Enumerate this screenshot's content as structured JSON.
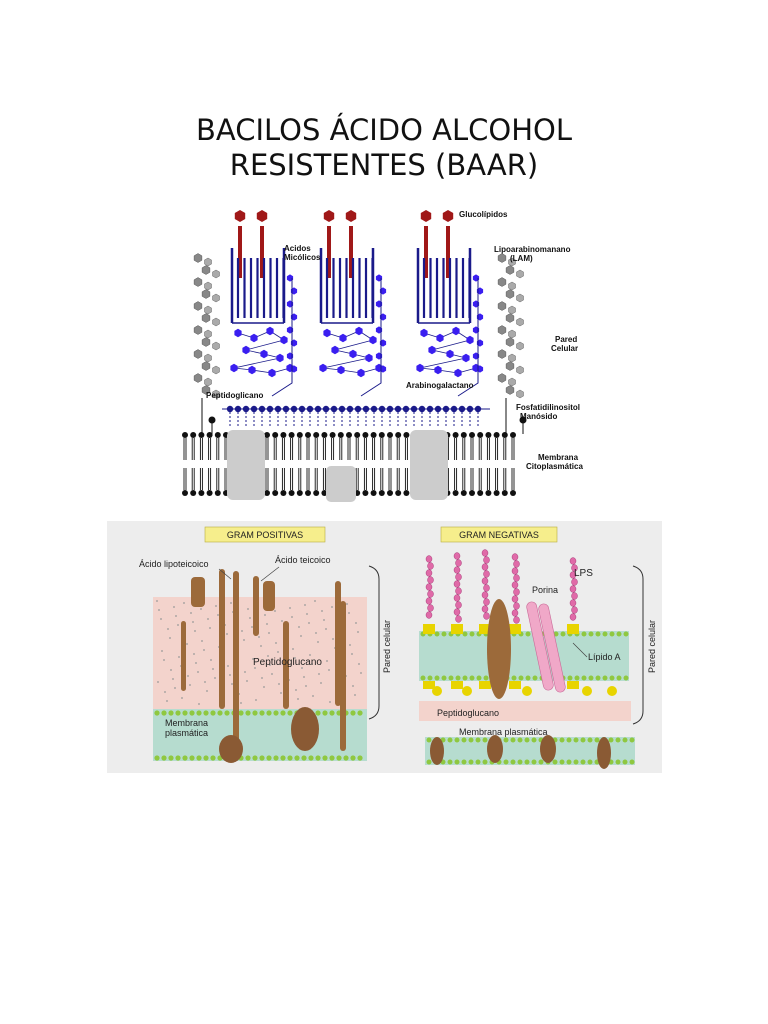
{
  "title": {
    "line1": "BACILOS ÁCIDO ALCOHOL",
    "line2": "RESISTENTES (BAAR)"
  },
  "baar_diagram": {
    "labels": {
      "glucolipidos": "Glucolípidos",
      "acidos_micolicos": "Acidos\nMicólicos",
      "lam": "Lipoarabinomanano\n(LAM)",
      "pared_celular": "Pared\nCelular",
      "peptidoglicano": "Peptidoglicano",
      "arabinogalactano": "Arabinogalactano",
      "fosfatidil": "Fosfatidilinositol\nManósido",
      "membrana": "Membrana\nCitoplasmática"
    }
  },
  "gram_diagram": {
    "positivas": {
      "header": "GRAM POSITIVAS",
      "acido_lipoteicoico": "Ácido lipoteicoico",
      "acido_teicoico": "Ácido teicoico",
      "peptidoglucano": "Peptidoglucano",
      "membrana": "Membrana\nplasmática",
      "pared_celular": "Pared celular"
    },
    "negativas": {
      "header": "GRAM NEGATIVAS",
      "lps": "LPS",
      "porina": "Porina",
      "lipido_a": "Lípido A",
      "peptidoglucano": "Peptidoglucano",
      "membrana": "Membrana plasmática",
      "pared_celular": "Pared celular"
    }
  },
  "colors": {
    "dark_red": "#a01818",
    "navy": "#1a1a8a",
    "blue_hex": "#3a1ef0",
    "gray_blob": "#cccccc",
    "panel_bg": "#ededed",
    "peptido_pink": "#f3d3cc",
    "membrane_teal": "#b6dccf",
    "brown": "#9c6a3a",
    "header_yellow": "#f6ee8c",
    "lps_pink": "#e06aa8",
    "lipid_yellow": "#e8d400",
    "head_green": "#8fc840"
  }
}
